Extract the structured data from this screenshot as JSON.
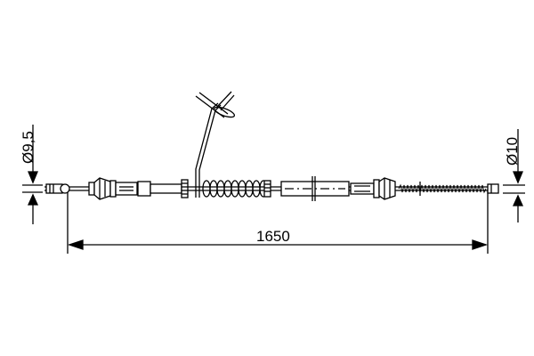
{
  "drawing": {
    "subject": "parking brake cable",
    "colors": {
      "line": "#000000",
      "background": "#ffffff"
    },
    "dimensions": {
      "length": {
        "value": "1650",
        "unit": "mm"
      },
      "left_diameter": {
        "label": "Ø9,5"
      },
      "right_diameter": {
        "label": "Ø10"
      }
    }
  }
}
